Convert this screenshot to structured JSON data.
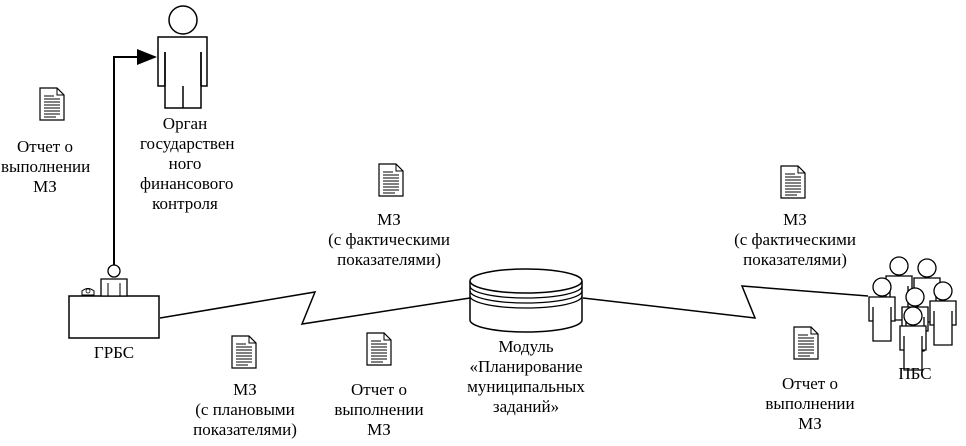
{
  "nodes": {
    "control_body": {
      "lines": [
        "Орган",
        "государствен",
        "ного",
        "финансового",
        "контроля"
      ]
    },
    "grbs": {
      "label": "ГРБС"
    },
    "module": {
      "lines": [
        "Модуль",
        "«Планирование",
        "муниципальных",
        "заданий»"
      ]
    },
    "pbs": {
      "label": "ПБС"
    }
  },
  "documents": {
    "report_to_control": {
      "lines": [
        "Отчет о",
        "выполнении",
        "МЗ"
      ]
    },
    "mz_actual_left": {
      "lines": [
        "МЗ",
        "(с фактическими",
        "показателями)"
      ]
    },
    "mz_planned": {
      "lines": [
        "МЗ",
        "(с плановыми",
        "показателями)"
      ]
    },
    "report_left": {
      "lines": [
        "Отчет о",
        "выполнении",
        "МЗ"
      ]
    },
    "mz_actual_right": {
      "lines": [
        "МЗ",
        "(с фактическими",
        "показателями)"
      ]
    },
    "report_right": {
      "lines": [
        "Отчет о",
        "выполнении",
        "МЗ"
      ]
    }
  }
}
